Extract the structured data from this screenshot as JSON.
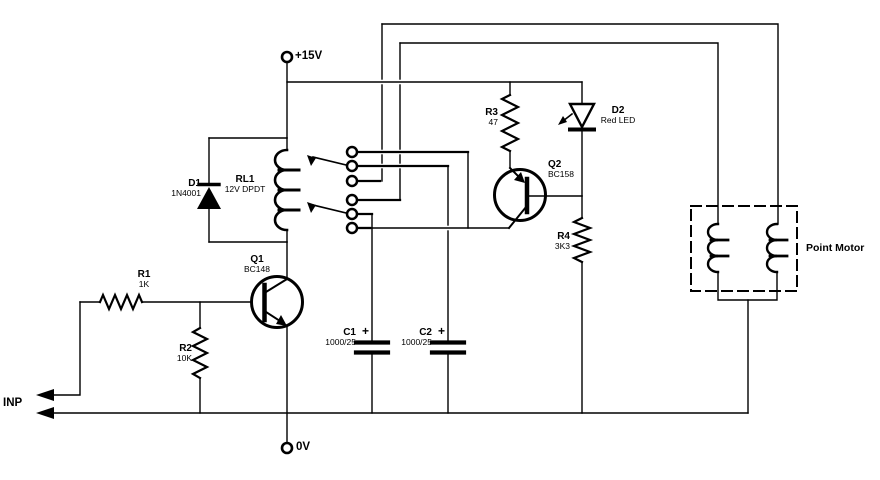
{
  "colors": {
    "line": "#000000",
    "background": "#ffffff"
  },
  "terminals": {
    "supply": "+15V",
    "ground": "0V",
    "input": "INP"
  },
  "components": {
    "d1": {
      "name": "D1",
      "value": "1N4001"
    },
    "rl1": {
      "name": "RL1",
      "value": "12V DPDT"
    },
    "q1": {
      "name": "Q1",
      "value": "BC148"
    },
    "r1": {
      "name": "R1",
      "value": "1K"
    },
    "r2": {
      "name": "R2",
      "value": "10K"
    },
    "r3": {
      "name": "R3",
      "value": "47"
    },
    "r4": {
      "name": "R4",
      "value": "3K3"
    },
    "q2": {
      "name": "Q2",
      "value": "BC158"
    },
    "d2": {
      "name": "D2",
      "value": "Red LED"
    },
    "c1": {
      "name": "C1",
      "value": "1000/25",
      "polarity": "+"
    },
    "c2": {
      "name": "C2",
      "value": "1000/25",
      "polarity": "+"
    },
    "point_motor": {
      "name": "Point Motor"
    }
  }
}
